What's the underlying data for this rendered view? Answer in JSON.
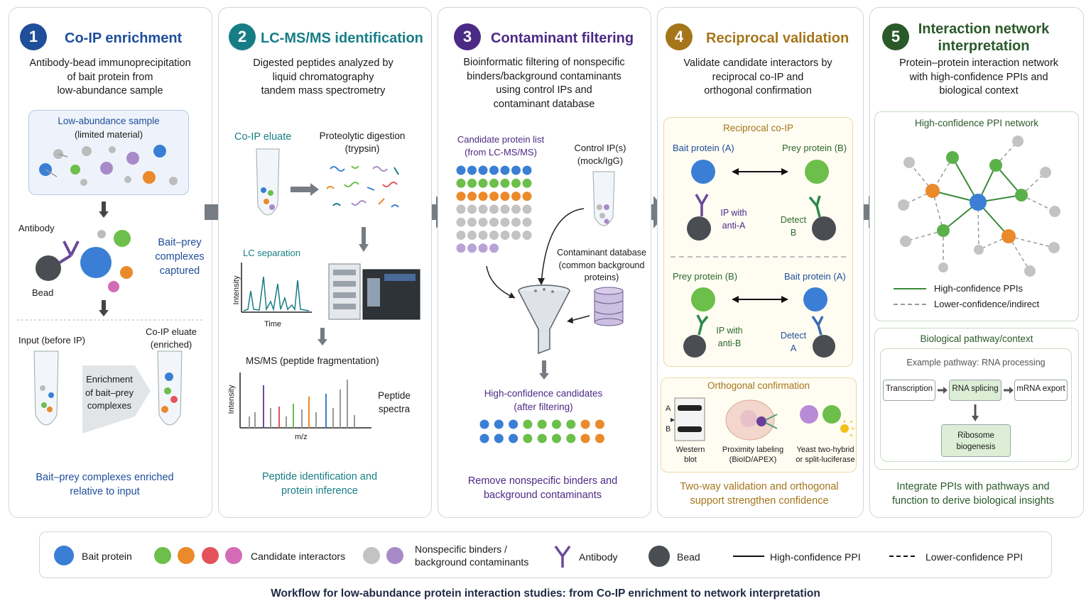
{
  "colors": {
    "blue": "#1f4e9a",
    "teal": "#177d85",
    "purple": "#4b2a86",
    "gold": "#a5751b",
    "green": "#2a5a2a",
    "bait": "#3a7fd5",
    "green_prot": "#6cbf4a",
    "orange": "#ea8a2b",
    "red": "#e4525b",
    "pink": "#d46bb6",
    "gray": "#bcbcbc",
    "lilac": "#a98ac9",
    "antibody": "#6a4a9a",
    "bead": "#4a4d52"
  },
  "panel1": {
    "num": "1",
    "title": "Co-IP enrichment",
    "desc": [
      "Antibody-bead immunoprecipitation",
      "of bait protein from",
      "low-abundance sample"
    ],
    "sample_title": "Low-abundance sample",
    "sample_sub": "(limited material)",
    "antibody": "Antibody",
    "bead": "Bead",
    "complex": [
      "Bait–prey",
      "complexes",
      "captured"
    ],
    "input": "Input (before IP)",
    "eluate": [
      "Co-IP eluate",
      "(enriched)"
    ],
    "enrich": [
      "Enrichment",
      "of bait–prey",
      "complexes"
    ],
    "bottom": [
      "Bait–prey complexes enriched",
      "relative to input"
    ]
  },
  "panel2": {
    "num": "2",
    "title": "LC-MS/MS identification",
    "desc": [
      "Digested peptides analyzed by",
      "liquid chromatography",
      "tandem mass spectrometry"
    ],
    "eluate": "Co-IP eluate",
    "digest": [
      "Proteolytic digestion",
      "(trypsin)"
    ],
    "lc": "LC separation",
    "intensity": "Intensity",
    "time": "Time",
    "msms": "MS/MS (peptide fragmentation)",
    "mz": "m/z",
    "spectra": [
      "Peptide",
      "spectra"
    ],
    "bottom": [
      "Peptide identification and",
      "protein inference"
    ]
  },
  "panel3": {
    "num": "3",
    "title": "Contaminant filtering",
    "desc": [
      "Bioinformatic filtering of nonspecific",
      "binders/background contaminants",
      "using control IPs and",
      "contaminant database"
    ],
    "cand": [
      "Candidate protein list",
      "(from LC-MS/MS)"
    ],
    "control": [
      "Control IP(s)",
      "(mock/IgG)"
    ],
    "db": [
      "Contaminant database",
      "(common background",
      "proteins)"
    ],
    "hc": [
      "High-confidence candidates",
      "(after filtering)"
    ],
    "bottom": [
      "Remove nonspecific binders and",
      "background contaminants"
    ]
  },
  "panel4": {
    "num": "4",
    "title": "Reciprocal validation",
    "desc": [
      "Validate candidate interactors by",
      "reciprocal co-IP and",
      "orthogonal confirmation"
    ],
    "recip": "Reciprocal co-IP",
    "baitA": "Bait protein (A)",
    "preyB": "Prey protein (B)",
    "ipA": [
      "IP with",
      "anti-A"
    ],
    "detB": [
      "Detect",
      "B"
    ],
    "preyB2": "Prey protein (B)",
    "baitA2": "Bait protein (A)",
    "ipB": [
      "IP with",
      "anti-B"
    ],
    "detA": [
      "Detect",
      "A"
    ],
    "ortho": "Orthogonal confirmation",
    "wbA": "A",
    "wbB": "B",
    "wb": [
      "Western",
      "blot"
    ],
    "prox": [
      "Proximity labeling",
      "(BioID/APEX)"
    ],
    "y2h": [
      "Yeast two-hybrid",
      "or split-luciferase"
    ],
    "bottom": [
      "Two-way validation and orthogonal",
      "support strengthen confidence"
    ]
  },
  "panel5": {
    "num": "5",
    "title": [
      "Interaction network",
      "interpretation"
    ],
    "desc": [
      "Protein–protein interaction network",
      "with high-confidence PPIs and",
      "biological context"
    ],
    "net": "High-confidence PPI network",
    "hcppi": "High-confidence PPIs",
    "lcppi": "Lower-confidence/indirect",
    "bio": "Biological pathway/context",
    "example": "Example pathway: RNA processing",
    "p1": "Transcription",
    "p2": "RNA splicing",
    "p3": "mRNA export",
    "p4": [
      "Ribosome",
      "biogenesis"
    ],
    "bottom": [
      "Integrate PPIs with pathways and",
      "function to derive biological insights"
    ]
  },
  "legend": {
    "bait": "Bait protein",
    "cand": "Candidate interactors",
    "nonspec": [
      "Nonspecific binders /",
      "background contaminants"
    ],
    "antibody": "Antibody",
    "bead": "Bead",
    "hc": "High-confidence PPI",
    "lc": "Lower-confidence PPI"
  },
  "caption": "Workflow for low-abundance protein interaction studies: from Co-IP enrichment to network interpretation"
}
